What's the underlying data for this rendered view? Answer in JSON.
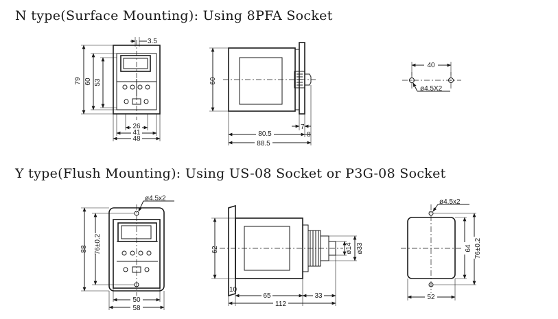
{
  "headings": {
    "n_type": "N type(Surface Mounting): Using 8PFA Socket",
    "y_type": "Y type(Flush Mounting): Using US-08 Socket or P3G-08 Socket"
  },
  "n_front": {
    "d_3_5": "3.5",
    "d_79": "79",
    "d_60": "60",
    "d_53": "53",
    "d_26": "26",
    "d_41": "41",
    "d_48": "48"
  },
  "n_side": {
    "d_60": "60",
    "d_7": "7",
    "d_8": "8",
    "d_80_5": "80.5",
    "d_88_5": "88.5"
  },
  "n_hole": {
    "d_40": "40",
    "d_hole": "ø4.5X2"
  },
  "y_front": {
    "d_hole": "ø4.5x2",
    "d_88": "88",
    "d_76": "76±0.2",
    "d_50": "50",
    "d_58": "58"
  },
  "y_side": {
    "d_62": "62",
    "d_14": "ø14",
    "d_33": "ø33",
    "d_10": "10",
    "d_65": "65",
    "d_33b": "33",
    "d_112": "112"
  },
  "y_cutout": {
    "d_hole": "ø4.5x2",
    "d_64": "64",
    "d_76": "76±0.2",
    "d_52": "52"
  }
}
